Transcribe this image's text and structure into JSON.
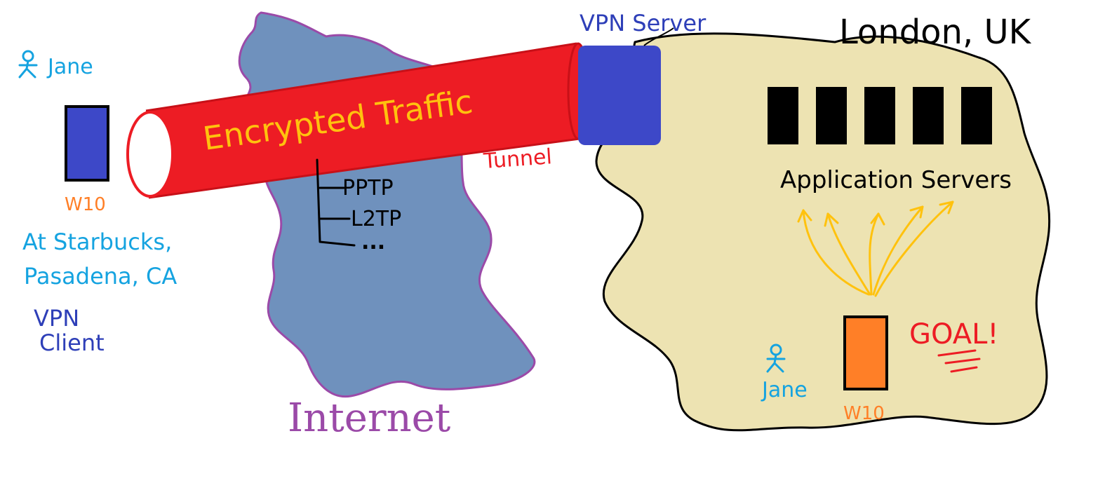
{
  "labels": {
    "jane_left": "Jane",
    "w10_left": "W10",
    "location_left_line1": "At Starbucks,",
    "location_left_line2": "Pasadena, CA",
    "vpn_client_line1": "VPN",
    "vpn_client_line2": "Client",
    "encrypted_traffic": "Encrypted Traffic",
    "tunnel": "Tunnel",
    "protocol_1": "PPTP",
    "protocol_2": "L2TP",
    "protocol_more": "...",
    "internet": "Internet",
    "vpn_server": "VPN Server",
    "location_right": "London, UK",
    "application_servers": "Application Servers",
    "jane_right": "Jane",
    "w10_right": "W10",
    "goal": "GOAL!"
  },
  "colors": {
    "client_device": "#3d48c8",
    "tunnel": "#ed1c24",
    "tunnel_text": "#ffc20e",
    "internet_cloud": "#6f91bd",
    "internet_outline": "#9b4aa8",
    "vpn_server": "#3d48c8",
    "office_area": "#ede3b2",
    "app_server": "#000000",
    "target_device": "#ff7f27",
    "person": "#15a3e0",
    "w10_label": "#ff7f27",
    "client_text": "#2e3fb8",
    "arrows": "#ffc20e",
    "goal": "#ed1c24"
  },
  "icons": {
    "person_left": "stick-figure-icon",
    "person_right": "stick-figure-icon"
  },
  "application_server_count": 5
}
